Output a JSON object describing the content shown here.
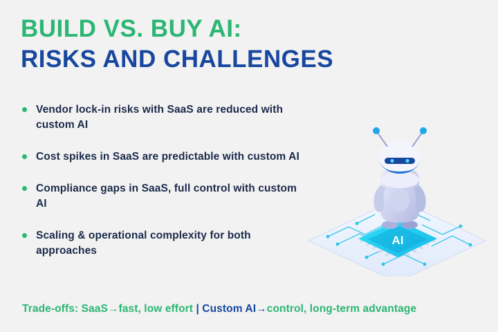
{
  "slide": {
    "background_color": "#f2f2f2",
    "title": {
      "line1": "BUILD VS. BUY AI:",
      "line2": "RISKS AND CHALLENGES",
      "line1_color": "#2bb673",
      "line2_color": "#17479e"
    },
    "bullets": [
      {
        "text": "Vendor lock-in risks with SaaS are reduced with custom AI"
      },
      {
        "text": "Cost spikes in SaaS are predictable with custom AI"
      },
      {
        "text": "Compliance gaps in SaaS, full control with custom AI"
      },
      {
        "text": "Scaling & operational complexity for both approaches"
      }
    ],
    "footer": {
      "part1": "Trade-offs: SaaS→fast, low effort",
      "separator": " | ",
      "part2": "Custom AI→",
      "part3": "control, long-term advantage",
      "green_color": "#2bb673",
      "blue_color": "#17479e"
    },
    "illustration": {
      "name": "robot-on-ai-chip-illustration",
      "description": "Isometric robot standing on a circuit board with a glowing AI microchip",
      "colors": {
        "circuit_cyan": "#2fc4e8",
        "chip_glow": "#25e0f5",
        "robot_body": "#b9bfe6",
        "robot_accent": "#17479e",
        "board_light": "#eef3fb"
      }
    }
  }
}
